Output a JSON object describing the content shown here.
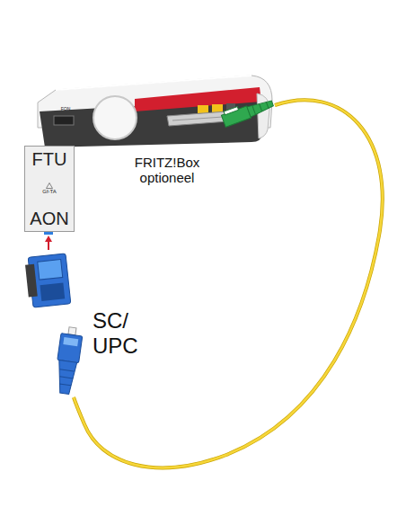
{
  "diagram": {
    "nodes": [
      {
        "text": [
          "FTU",
          "Gf-TA",
          "AON"
        ]
      }
    ],
    "labels": [
      "FRITZ!Box optioneel",
      "SC/ UPC",
      "FON"
    ]
  }
}
